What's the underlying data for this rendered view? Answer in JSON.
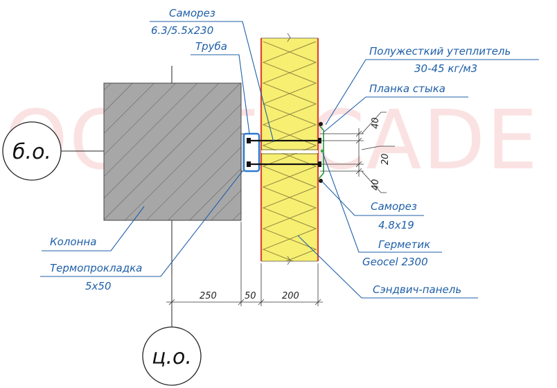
{
  "watermark": "OOF-FACADE",
  "axes": {
    "bo": "б.о.",
    "co": "ц.о."
  },
  "callouts": {
    "screw1_name": "Саморез",
    "screw1_size": "6.3/5.5x230",
    "pipe": "Труба",
    "insulation_name": "Полужесткий утеплитель",
    "insulation_density": "30-45 кг/м3",
    "joint_strip": "Планка стыка",
    "screw2_name": "Саморез",
    "screw2_size": "4.8x19",
    "sealant_name": "Герметик",
    "sealant_brand": "Geocel 2300",
    "sandwich": "Сэндвич-панель",
    "column": "Колонна",
    "thermal_pad_name": "Термопрокладка",
    "thermal_pad_size": "5x50"
  },
  "dimensions": {
    "column": "250",
    "gap": "50",
    "panel": "200",
    "joint_upper": "40",
    "joint_middle": "20",
    "joint_lower": "40"
  },
  "colors": {
    "annotation": "#1f5fa8",
    "insulation": "#f6ef72",
    "column_fill": "#a7a7a7",
    "sealant": "#3aa64a",
    "panel_skin": "#e0432e",
    "watermark": "#e42a2a"
  }
}
